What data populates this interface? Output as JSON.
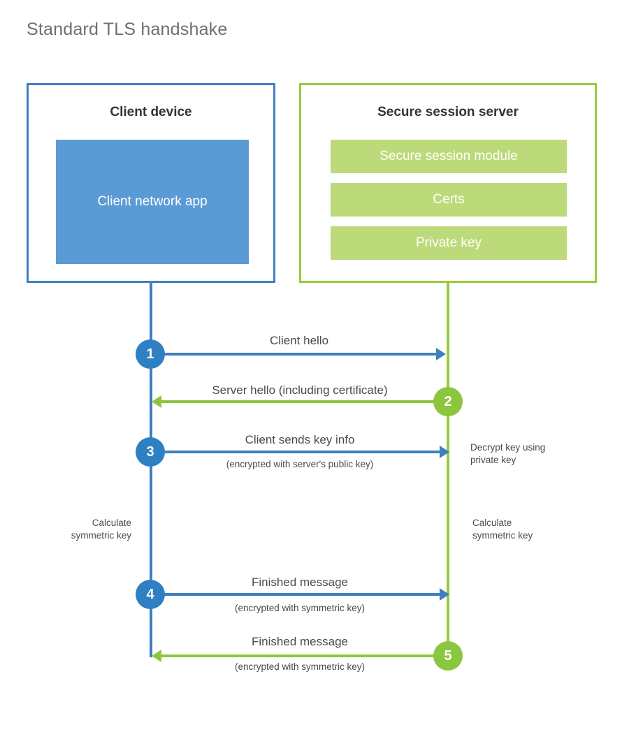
{
  "title": "Standard TLS handshake",
  "colors": {
    "client_border": "#3f7fbf",
    "client_fill": "#5b9bd5",
    "client_accent": "#2e80c2",
    "server_border": "#9aca3c",
    "server_fill": "#bcda79",
    "server_accent": "#8cc63e",
    "text": "#4a4a4a",
    "heading": "#333333",
    "background": "#ffffff"
  },
  "participants": {
    "client": {
      "title": "Client device",
      "components": [
        "Client network app"
      ]
    },
    "server": {
      "title": "Secure session server",
      "components": [
        "Secure session module",
        "Certs",
        "Private key"
      ]
    }
  },
  "messages": [
    {
      "step": "1",
      "label": "Client hello",
      "sublabel": "",
      "direction": "client-to-server",
      "color": "blue"
    },
    {
      "step": "2",
      "label": "Server hello (including certificate)",
      "sublabel": "",
      "direction": "server-to-client",
      "color": "green"
    },
    {
      "step": "3",
      "label": "Client sends key info",
      "sublabel": "(encrypted with server's public key)",
      "direction": "client-to-server",
      "color": "blue"
    },
    {
      "step": "4",
      "label": "Finished message",
      "sublabel": "(encrypted with symmetric key)",
      "direction": "client-to-server",
      "color": "blue"
    },
    {
      "step": "5",
      "label": "Finished message",
      "sublabel": "(encrypted with symmetric key)",
      "direction": "server-to-client",
      "color": "green"
    }
  ],
  "notes": [
    {
      "text": "Decrypt key using\nprivate key",
      "side": "right"
    },
    {
      "text": "Calculate\nsymmetric key",
      "side": "left"
    },
    {
      "text": "Calculate\nsymmetric key",
      "side": "right"
    }
  ],
  "notes_text": {
    "decrypt_key_line1": "Decrypt key using",
    "decrypt_key_line2": "private key",
    "calc_left_line1": "Calculate",
    "calc_left_line2": "symmetric key",
    "calc_right_line1": "Calculate",
    "calc_right_line2": "symmetric key"
  }
}
